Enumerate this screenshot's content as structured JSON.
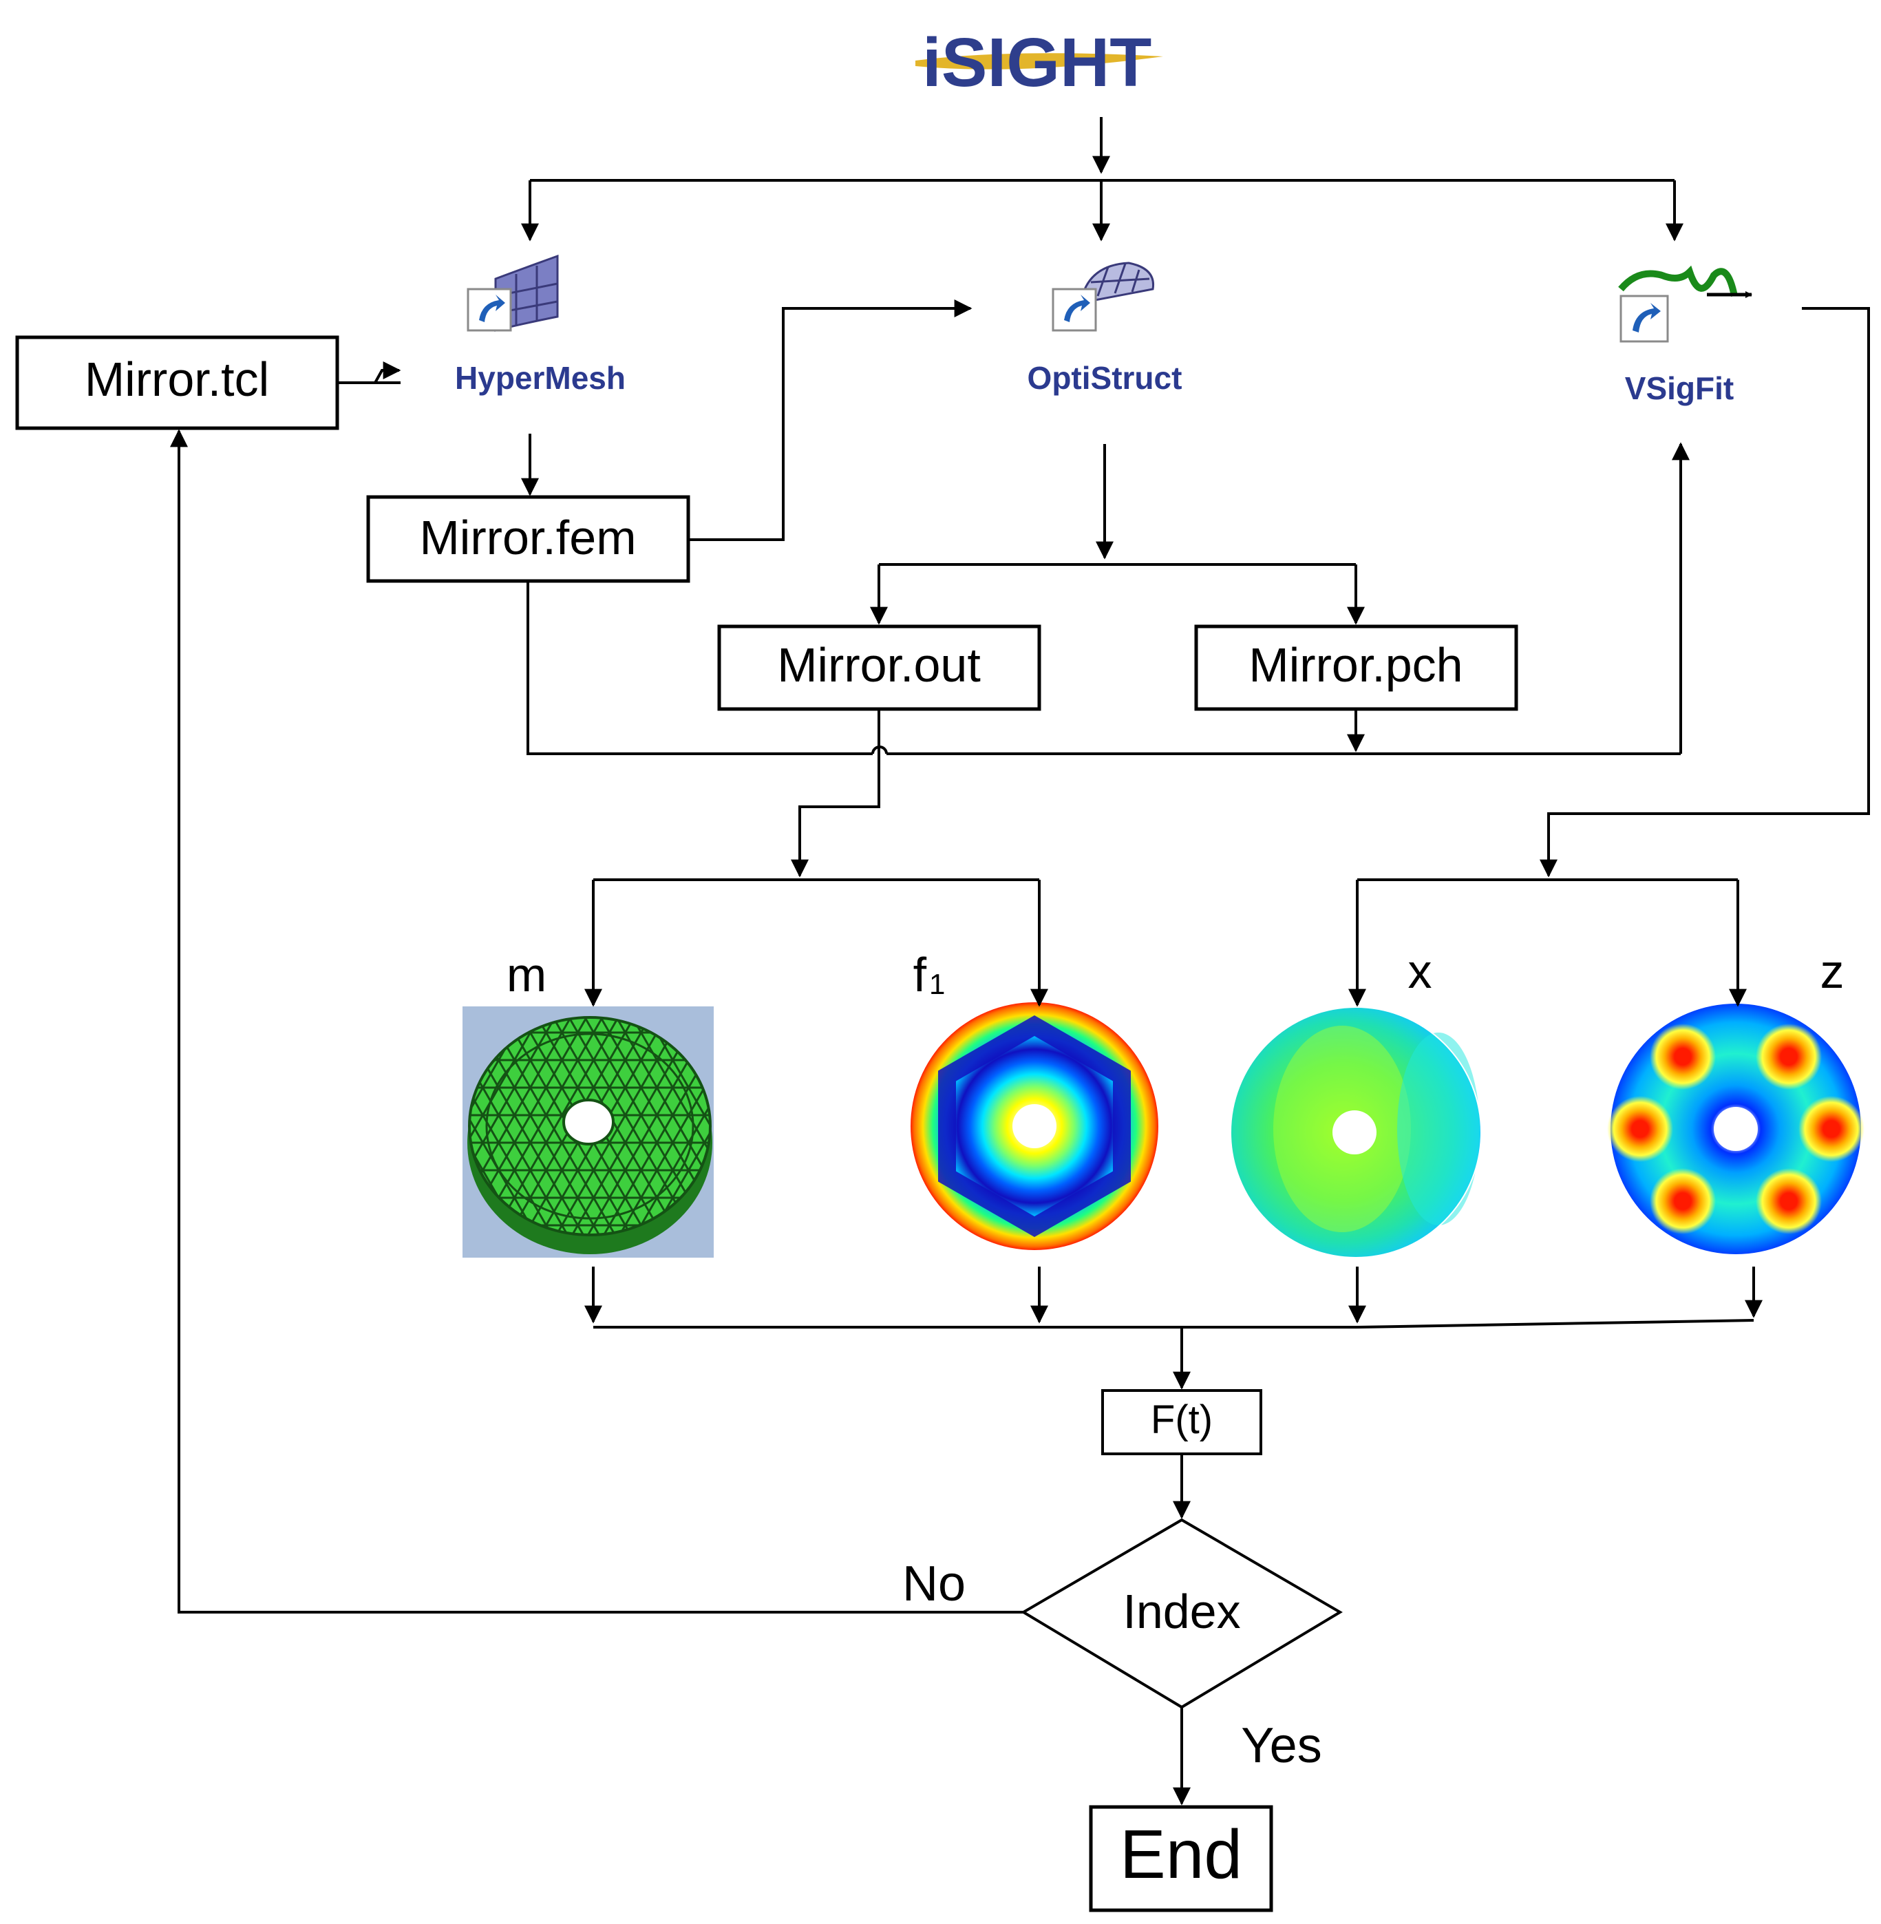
{
  "logo": {
    "text": "iSIGHT",
    "color": "#2e3e8c",
    "accent": "#e3b52a"
  },
  "tools": {
    "hypermesh": {
      "label": "HyperMesh",
      "icon": "hypermesh-shortcut-icon"
    },
    "optistruct": {
      "label": "OptiStruct",
      "icon": "optistruct-shortcut-icon"
    },
    "vsigfit": {
      "label": "VSigFit",
      "icon": "vsigfit-shortcut-icon"
    }
  },
  "files": {
    "tcl": "Mirror.tcl",
    "fem": "Mirror.fem",
    "out": "Mirror.out",
    "pch": "Mirror.pch"
  },
  "results": {
    "m": {
      "label": "m",
      "image": "mirror-mesh-model"
    },
    "f1": {
      "label": "f",
      "sub": "1",
      "image": "frequency-contour-plot"
    },
    "x": {
      "label": "x",
      "image": "x-deformation-contour-plot"
    },
    "z": {
      "label": "z",
      "image": "z-deformation-contour-plot"
    }
  },
  "objective": "F(t)",
  "decision": {
    "label": "Index",
    "no": "No",
    "yes": "Yes"
  },
  "end": "End",
  "colors": {
    "line": "#000000",
    "tool_label": "#2b3a8f",
    "mesh_green": "#3ecf3e",
    "shortcut_blue": "#1f5fb8"
  }
}
